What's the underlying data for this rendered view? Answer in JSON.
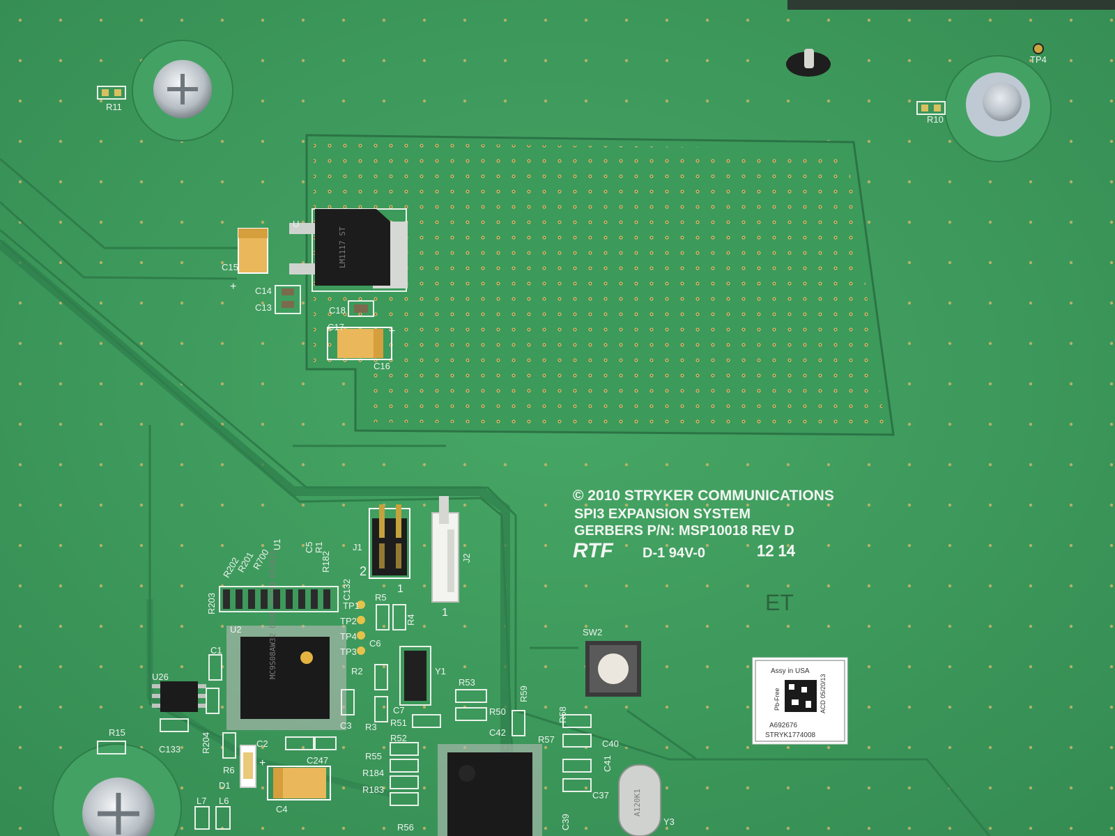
{
  "silkscreen": {
    "copyright": "© 2010 STRYKER COMMUNICATIONS",
    "product": "SPI3 EXPANSION SYSTEM",
    "gerbers": "GERBERS P/N: MSP10018 REV D",
    "maker_logo": "RTF",
    "rating": "D-1 94V-0",
    "date_code": "12 14",
    "stamp": "ET"
  },
  "sticker": {
    "line1": "Assy in USA",
    "side_left": "Pb-Free",
    "side_right": "ACD 05/20/13",
    "line2": "A692676",
    "line3": "STRYK1774008"
  },
  "chips": {
    "mcu_text": "MC9S08AW32 CFUE 5M78B KS1021",
    "regulator_text": "LM1117 ST",
    "crystal_y1_text": "Y1",
    "crystal_y3_text": "A120K1"
  },
  "designators": [
    "R11",
    "R10",
    "TP4",
    "U",
    "C15",
    "C14",
    "C13",
    "C18",
    "C17",
    "C16",
    "U1",
    "R202",
    "R201",
    "R700",
    "R182",
    "C5",
    "R1",
    "R203",
    "C132",
    "J1",
    "J2",
    "R5",
    "R4",
    "TP1",
    "TP2",
    "TP4",
    "TP3",
    "C6",
    "R2",
    "Y1",
    "U2",
    "C1",
    "U26",
    "R204",
    "C133",
    "R15",
    "C3",
    "R3",
    "C7",
    "R51",
    "R52",
    "R55",
    "R184",
    "R183",
    "R56",
    "C2",
    "C247",
    "R6",
    "D1",
    "C4",
    "L7",
    "L6",
    "R53",
    "R50",
    "R59",
    "C42",
    "SW2",
    "R58",
    "R57",
    "C40",
    "C41",
    "C37",
    "C39",
    "Y3"
  ],
  "pin_labels": [
    "2",
    "1",
    "1"
  ],
  "polarity": "+",
  "colors": {
    "board": "#3f9d5f",
    "trace": "#2f7f4c",
    "silk": "#f2f6f2",
    "via": "#c9b56a",
    "chip": "#1c1c1c",
    "tantalum": "#e8b75a"
  }
}
